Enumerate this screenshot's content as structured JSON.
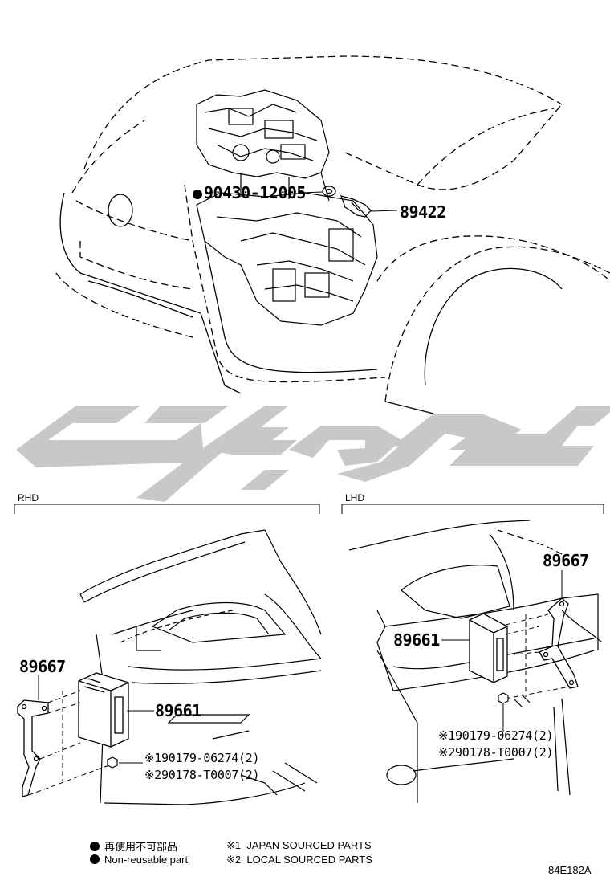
{
  "top": {
    "part_bolt": "90430-12005",
    "part_sensor": "89422"
  },
  "rhd": {
    "section_label": "RHD",
    "part_bracket": "89667",
    "part_ecu": "89661",
    "nut1_mark": "※1",
    "nut1_part": "90179-06274(2)",
    "nut2_mark": "※2",
    "nut2_part": "90178-T0007(2)"
  },
  "lhd": {
    "section_label": "LHD",
    "part_bracket": "89667",
    "part_ecu": "89661",
    "nut1_mark": "※1",
    "nut1_part": "90179-06274(2)",
    "nut2_mark": "※2",
    "nut2_part": "90178-T0007(2)"
  },
  "legend": {
    "nonreusable_jp": "再使用不可部品",
    "nonreusable_en": "Non-reusable part",
    "mark1": "※1",
    "mark1_text": "JAPAN SOURCED PARTS",
    "mark2": "※2",
    "mark2_text": "LOCAL SOURCED PARTS"
  },
  "figure_code": "84E182A"
}
